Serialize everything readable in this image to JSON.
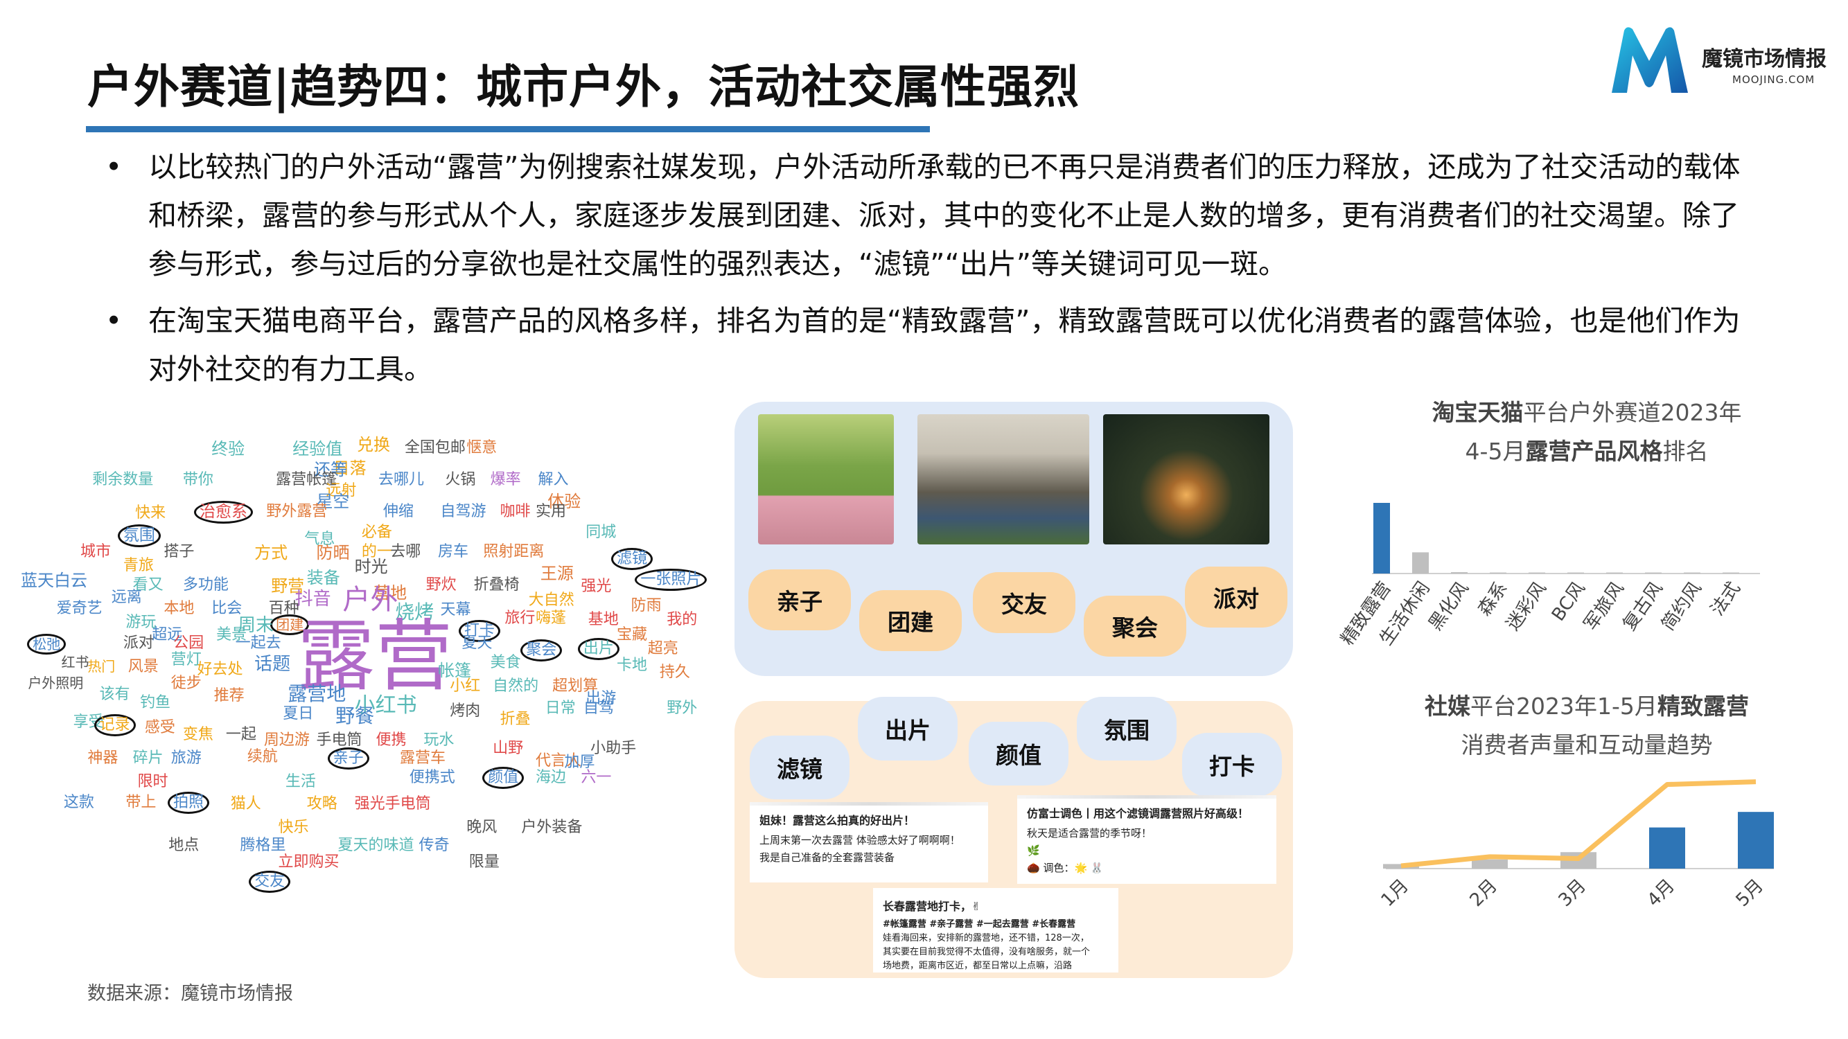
{
  "header": {
    "title": "户外赛道|趋势四：城市户外，活动社交属性强烈",
    "logo_name": "魔镜市场情报",
    "logo_url": "MOOJING.COM"
  },
  "bullets": [
    "以比较热门的户外活动“露营”为例搜索社媒发现，户外活动所承载的已不再只是消费者们的压力释放，还成为了社交活动的载体和桥梁，露营的参与形式从个人，家庭逐步发展到团建、派对，其中的变化不止是人数的增多，更有消费者们的社交渴望。除了参与形式，参与过后的分享欲也是社交属性的强烈表达，“滤镜”“出片”等关键词可见一斑。",
    "在淘宝天猫电商平台，露营产品的风格多样，排名为首的是“精致露营”，精致露营既可以优化消费者的露营体验，也是他们作为对外社交的有力工具。"
  ],
  "word_cloud": {
    "words": [
      {
        "text": "终验",
        "color": "#58b9b6"
      },
      {
        "text": "经验值",
        "color": "#58b9b6"
      },
      {
        "text": "兑换",
        "color": "#f0a818"
      },
      {
        "text": "全国包邮",
        "color": "#555555"
      },
      {
        "text": "惬意",
        "color": "#e07b3c"
      },
      {
        "text": "日落",
        "color": "#f0a818"
      },
      {
        "text": "还等",
        "color": "#4a86c8"
      },
      {
        "text": "剩余数量",
        "color": "#58b9b6"
      },
      {
        "text": "带你",
        "color": "#58b9b6"
      },
      {
        "text": "露营帐篷",
        "color": "#555555"
      },
      {
        "text": "远射",
        "color": "#f0a818"
      },
      {
        "text": "去哪儿",
        "color": "#4a86c8"
      },
      {
        "text": "火锅",
        "color": "#555555"
      },
      {
        "text": "爆率",
        "color": "#b06ac8"
      },
      {
        "text": "解入",
        "color": "#4a86c8"
      },
      {
        "text": "星空",
        "color": "#4a86c8"
      },
      {
        "text": "体验",
        "color": "#e07b3c"
      },
      {
        "text": "快来",
        "color": "#f0a818"
      },
      {
        "text": "治愈系",
        "color": "#e04848"
      },
      {
        "text": "野外露营",
        "color": "#e07b3c"
      },
      {
        "text": "伸缩",
        "color": "#4a86c8"
      },
      {
        "text": "自驾游",
        "color": "#4a86c8"
      },
      {
        "text": "咖啡",
        "color": "#e04848"
      },
      {
        "text": "实用",
        "color": "#555555"
      },
      {
        "text": "氛围",
        "color": "#4a86c8"
      },
      {
        "text": "必备",
        "color": "#f0a818"
      },
      {
        "text": "气息",
        "color": "#58b9b6"
      },
      {
        "text": "同城",
        "color": "#58b9b6"
      },
      {
        "text": "城市",
        "color": "#e04848"
      },
      {
        "text": "搭子",
        "color": "#555555"
      },
      {
        "text": "方式",
        "color": "#f0a818"
      },
      {
        "text": "防晒",
        "color": "#e07b3c"
      },
      {
        "text": "的一",
        "color": "#f0a818"
      },
      {
        "text": "去哪",
        "color": "#555555"
      },
      {
        "text": "房车",
        "color": "#4a86c8"
      },
      {
        "text": "照射距离",
        "color": "#e07b3c"
      },
      {
        "text": "滤镜",
        "color": "#4a86c8"
      },
      {
        "text": "青旅",
        "color": "#f0a818"
      },
      {
        "text": "时光",
        "color": "#555555"
      },
      {
        "text": "装备",
        "color": "#58b9b6"
      },
      {
        "text": "王源",
        "color": "#e07b3c"
      },
      {
        "text": "一张照片",
        "color": "#4a86c8"
      },
      {
        "text": "蓝天白云",
        "color": "#4a86c8"
      },
      {
        "text": "看又",
        "color": "#58b9b6"
      },
      {
        "text": "多功能",
        "color": "#4a86c8"
      },
      {
        "text": "野营",
        "color": "#f0a818"
      },
      {
        "text": "营地",
        "color": "#e07b3c"
      },
      {
        "text": "野炊",
        "color": "#e04848"
      },
      {
        "text": "折叠椅",
        "color": "#555555"
      },
      {
        "text": "强光",
        "color": "#e04848"
      },
      {
        "text": "远离",
        "color": "#4a86c8"
      },
      {
        "text": "抖音",
        "color": "#b06ac8"
      },
      {
        "text": "户外",
        "color": "#b06ac8"
      },
      {
        "text": "大自然",
        "color": "#f0a818"
      },
      {
        "text": "爱奇艺",
        "color": "#4a86c8"
      },
      {
        "text": "本地",
        "color": "#e07b3c"
      },
      {
        "text": "比会",
        "color": "#4a86c8"
      },
      {
        "text": "百种",
        "color": "#555555"
      },
      {
        "text": "烧烤",
        "color": "#58b9b6"
      },
      {
        "text": "天幕",
        "color": "#4a86c8"
      },
      {
        "text": "防雨",
        "color": "#e07b3c"
      },
      {
        "text": "游玩",
        "color": "#58b9b6"
      },
      {
        "text": "团建",
        "color": "#e07b3c"
      },
      {
        "text": "周末",
        "color": "#58b9b6"
      },
      {
        "text": "打卡",
        "color": "#4a86c8"
      },
      {
        "text": "旅行",
        "color": "#e04848"
      },
      {
        "text": "嗨蓬",
        "color": "#f0a818"
      },
      {
        "text": "基地",
        "color": "#e04848"
      },
      {
        "text": "我的",
        "color": "#e04848"
      },
      {
        "text": "超远",
        "color": "#4a86c8"
      },
      {
        "text": "美景",
        "color": "#58b9b6"
      },
      {
        "text": "宝藏",
        "color": "#e07b3c"
      },
      {
        "text": "松弛",
        "color": "#4a86c8"
      },
      {
        "text": "派对",
        "color": "#555555"
      },
      {
        "text": "公园",
        "color": "#e04848"
      },
      {
        "text": "一起去",
        "color": "#4a86c8"
      },
      {
        "text": "露营",
        "color": "#b06ac8"
      },
      {
        "text": "夏天",
        "color": "#4a86c8"
      },
      {
        "text": "聚会",
        "color": "#4a86c8"
      },
      {
        "text": "出片",
        "color": "#58b9b6"
      },
      {
        "text": "超亮",
        "color": "#e07b3c"
      },
      {
        "text": "红书",
        "color": "#555555"
      },
      {
        "text": "营灯",
        "color": "#58b9b6"
      },
      {
        "text": "美食",
        "color": "#58b9b6"
      },
      {
        "text": "卡地",
        "color": "#58b9b6"
      },
      {
        "text": "热门",
        "color": "#f0a818"
      },
      {
        "text": "风景",
        "color": "#e07b3c"
      },
      {
        "text": "好去处",
        "color": "#f0a818"
      },
      {
        "text": "话题",
        "color": "#4a86c8"
      },
      {
        "text": "帐篷",
        "color": "#58b9b6"
      },
      {
        "text": "持久",
        "color": "#e07b3c"
      },
      {
        "text": "户外照明",
        "color": "#555555"
      },
      {
        "text": "徒步",
        "color": "#e07b3c"
      },
      {
        "text": "小红",
        "color": "#f0a818"
      },
      {
        "text": "自然的",
        "color": "#58b9b6"
      },
      {
        "text": "超划算",
        "color": "#e07b3c"
      },
      {
        "text": "该有",
        "color": "#58b9b6"
      },
      {
        "text": "推荐",
        "color": "#e07b3c"
      },
      {
        "text": "露营地",
        "color": "#4a86c8"
      },
      {
        "text": "出游",
        "color": "#4a86c8"
      },
      {
        "text": "钓鱼",
        "color": "#58b9b6"
      },
      {
        "text": "小红书",
        "color": "#58b9b6"
      },
      {
        "text": "烤肉",
        "color": "#555555"
      },
      {
        "text": "日常",
        "color": "#58b9b6"
      },
      {
        "text": "自驾",
        "color": "#4a86c8"
      },
      {
        "text": "野外",
        "color": "#58b9b6"
      },
      {
        "text": "享受",
        "color": "#58b9b6"
      },
      {
        "text": "夏日",
        "color": "#4a86c8"
      },
      {
        "text": "野餐",
        "color": "#4a86c8"
      },
      {
        "text": "折叠",
        "color": "#f0a818"
      },
      {
        "text": "记录",
        "color": "#f0a818"
      },
      {
        "text": "感受",
        "color": "#e07b3c"
      },
      {
        "text": "变焦",
        "color": "#f0a818"
      },
      {
        "text": "一起",
        "color": "#555555"
      },
      {
        "text": "周边游",
        "color": "#e07b3c"
      },
      {
        "text": "手电筒",
        "color": "#555555"
      },
      {
        "text": "便携",
        "color": "#e04848"
      },
      {
        "text": "玩水",
        "color": "#58b9b6"
      },
      {
        "text": "山野",
        "color": "#e04848"
      },
      {
        "text": "小助手",
        "color": "#555555"
      },
      {
        "text": "代言人",
        "color": "#e07b3c"
      },
      {
        "text": "神器",
        "color": "#e07b3c"
      },
      {
        "text": "碎片",
        "color": "#58b9b6"
      },
      {
        "text": "旅游",
        "color": "#4a86c8"
      },
      {
        "text": "续航",
        "color": "#e07b3c"
      },
      {
        "text": "加厚",
        "color": "#4a86c8"
      },
      {
        "text": "限时",
        "color": "#e04848"
      },
      {
        "text": "亲子",
        "color": "#4a86c8"
      },
      {
        "text": "露营车",
        "color": "#e07b3c"
      },
      {
        "text": "便携式",
        "color": "#4a86c8"
      },
      {
        "text": "颜值",
        "color": "#4a86c8"
      },
      {
        "text": "海边",
        "color": "#58b9b6"
      },
      {
        "text": "六一",
        "color": "#b06ac8"
      },
      {
        "text": "生活",
        "color": "#58b9b6"
      },
      {
        "text": "这款",
        "color": "#4a86c8"
      },
      {
        "text": "带上",
        "color": "#e07b3c"
      },
      {
        "text": "拍照",
        "color": "#4a86c8"
      },
      {
        "text": "猫人",
        "color": "#f0a818"
      },
      {
        "text": "攻略",
        "color": "#f0a818"
      },
      {
        "text": "强光手电筒",
        "color": "#e04848"
      },
      {
        "text": "快乐",
        "color": "#f0a818"
      },
      {
        "text": "晚风",
        "color": "#555555"
      },
      {
        "text": "户外装备",
        "color": "#555555"
      },
      {
        "text": "地点",
        "color": "#555555"
      },
      {
        "text": "腾格里",
        "color": "#4a86c8"
      },
      {
        "text": "夏天的味道",
        "color": "#58b9b6"
      },
      {
        "text": "传奇",
        "color": "#4a86c8"
      },
      {
        "text": "立即购买",
        "color": "#e04848"
      },
      {
        "text": "限量",
        "color": "#555555"
      },
      {
        "text": "交友",
        "color": "#4a86c8"
      }
    ]
  },
  "photo_tags": [
    "亲子",
    "团建",
    "交友",
    "聚会",
    "派对"
  ],
  "share_tags": [
    "出片",
    "滤镜",
    "颜值",
    "氛围",
    "打卡"
  ],
  "posts": [
    {
      "title": "姐妹！露营这么拍真的好出片！",
      "lines": [
        "上周末第一次去露营 体验感太好了啊啊啊！",
        "我是自己准备的全套露营装备"
      ]
    },
    {
      "title": "仿富士调色丨用这个滤镜调露营照片好高级！",
      "lines": [
        "秋天是适合露营的季节呀！",
        "🌿",
        "🌰 调色：🌟 🐰"
      ]
    },
    {
      "title": "长春露营地打卡，✌",
      "lines": [
        "#帐篷露营 #亲子露营 #一起去露营 #长春露营",
        "娃看海回来，安排新的露营地，还不错，128一次，",
        "其实要在目前我觉得不太值得，没有啥服务，就一个",
        "场地费，距离市区近，都至日常以上点嘛，沿路"
      ]
    }
  ],
  "chart_data": [
    {
      "type": "bar",
      "title_parts": [
        {
          "t": "淘宝天猫",
          "b": true
        },
        {
          "t": "平台户外赛道2023年",
          "b": false
        }
      ],
      "title_parts2": [
        {
          "t": "4-5月",
          "b": false
        },
        {
          "t": "露营产品风格",
          "b": true
        },
        {
          "t": "排名",
          "b": false
        }
      ],
      "categories": [
        "精致露营",
        "生活休闲",
        "黑化风",
        "森系",
        "迷彩风",
        "BC风",
        "军旅风",
        "复古风",
        "简约风",
        "法式"
      ],
      "values": [
        100,
        30,
        2,
        1,
        1,
        1,
        0.5,
        0.5,
        0.3,
        0.2
      ],
      "colors": [
        "#2e75b6",
        "#bfbfbf",
        "#bfbfbf",
        "#bfbfbf",
        "#bfbfbf",
        "#bfbfbf",
        "#bfbfbf",
        "#bfbfbf",
        "#bfbfbf",
        "#bfbfbf"
      ]
    },
    {
      "type": "bar+line",
      "title_parts": [
        {
          "t": "社媒",
          "b": true
        },
        {
          "t": "平台2023年1-5月",
          "b": false
        },
        {
          "t": "精致露营",
          "b": true
        }
      ],
      "title_parts2": [
        {
          "t": "消费者声量和互动量趋势",
          "b": false
        }
      ],
      "categories": [
        "1月",
        "2月",
        "3月",
        "4月",
        "5月"
      ],
      "bar_values": [
        5,
        10,
        18,
        45,
        62
      ],
      "bar_colors": [
        "#bfbfbf",
        "#bfbfbf",
        "#bfbfbf",
        "#2e75b6",
        "#2e75b6"
      ],
      "line_values": [
        3,
        13,
        11,
        92,
        95
      ],
      "line_color": "#fac05e"
    }
  ],
  "source": "数据来源：魔镜市场情报"
}
